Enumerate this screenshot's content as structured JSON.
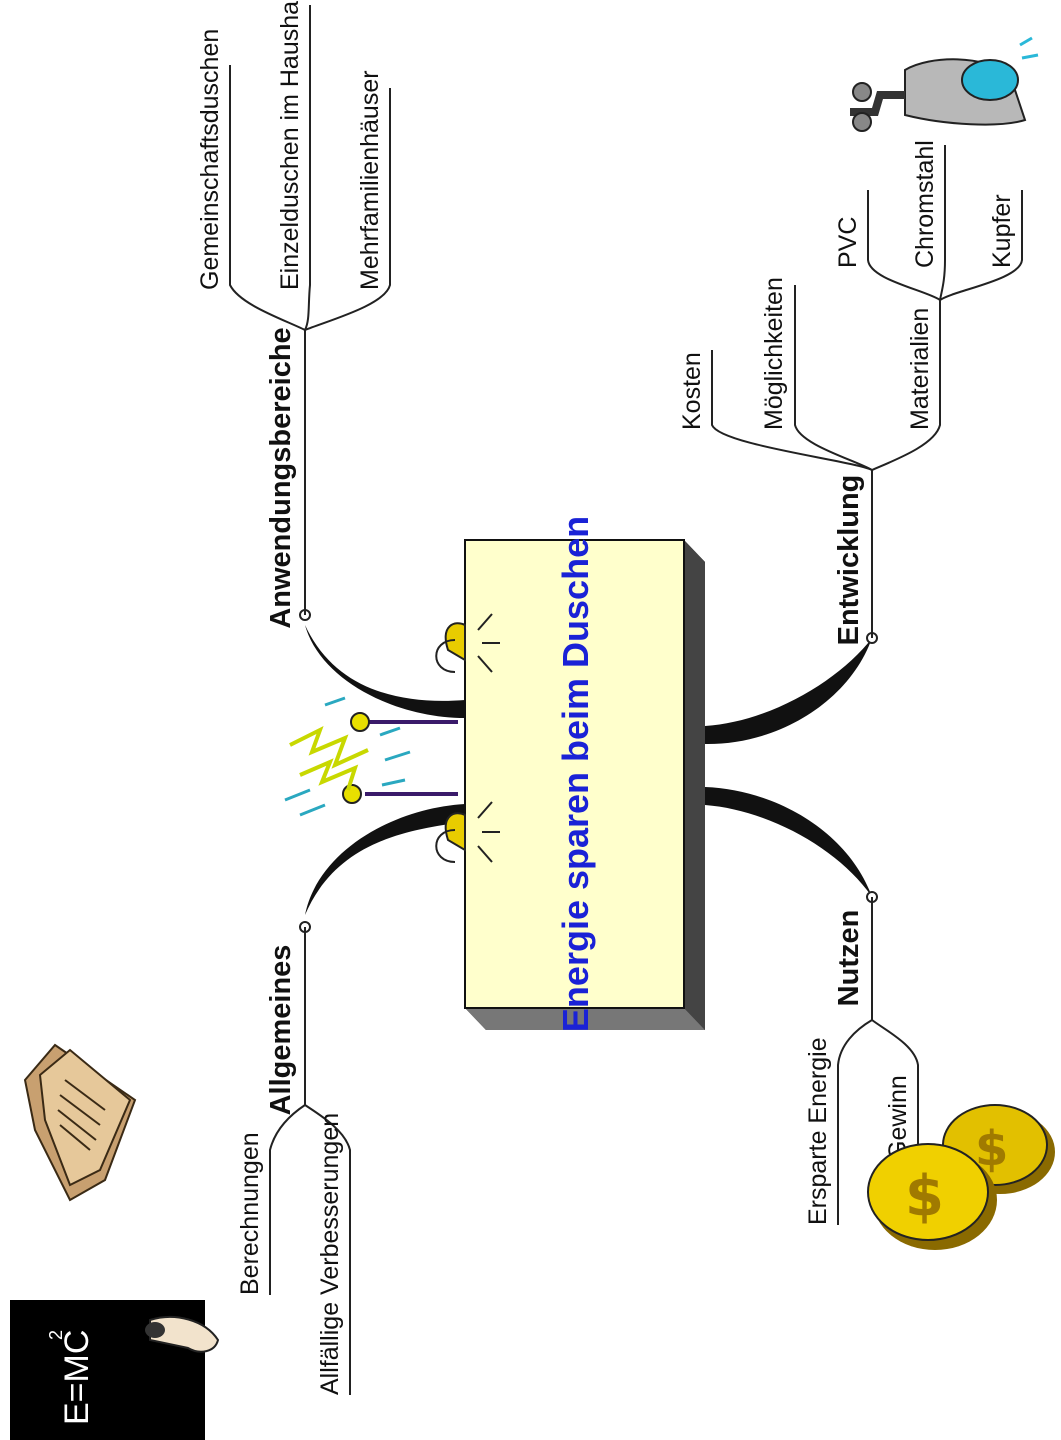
{
  "center": {
    "title": "Energie sparen beim Duschen"
  },
  "branches": {
    "allgemeines": {
      "label": "Allgemeines",
      "children": [
        "Berechnungen",
        "Allfällige Verbesserungen"
      ]
    },
    "anwendungsbereiche": {
      "label": "Anwendungsbereiche",
      "children": [
        "Gemeinschaftsduschen",
        "Einzelduschen im Haushalt",
        "Mehrfamilienhäuser"
      ]
    },
    "entwicklung": {
      "label": "Entwicklung",
      "children": [
        "Kosten",
        "Möglichkeiten",
        "Materialien"
      ],
      "materialien_children": [
        "PVC",
        "Chromstahl",
        "Kupfer"
      ]
    },
    "nutzen": {
      "label": "Nutzen",
      "children": [
        "Ersparte Energie",
        "Gewinn"
      ]
    }
  },
  "clipart": {
    "blackboard": {
      "formula": "E=MC",
      "exponent": "2"
    },
    "icons": [
      "blackboard-formula-icon",
      "paper-stack-icon",
      "light-bulbs-icon",
      "spark-icon",
      "faucet-icon",
      "coins-icon"
    ]
  },
  "colors": {
    "box_fill": "#ffffcc",
    "title_color": "#1a22d6",
    "ink": "#111111"
  }
}
